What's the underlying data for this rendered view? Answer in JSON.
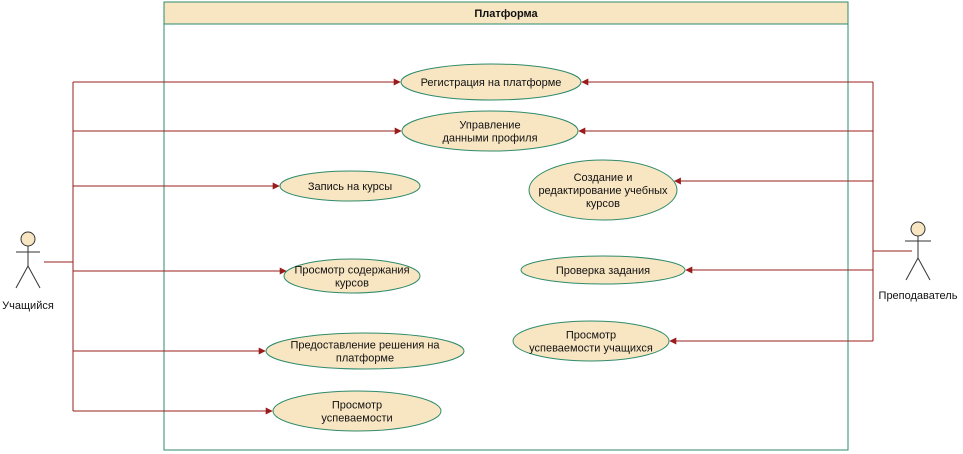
{
  "system": {
    "title": "Платформа"
  },
  "actors": {
    "student": {
      "label": "Учащийся"
    },
    "teacher": {
      "label": "Преподаватель"
    }
  },
  "use_cases": [
    {
      "id": "registration",
      "lines": [
        "Регистрация на платформе"
      ]
    },
    {
      "id": "profile",
      "lines": [
        "Управление",
        "данными профиля"
      ]
    },
    {
      "id": "enroll",
      "lines": [
        "Запись на курсы"
      ]
    },
    {
      "id": "create-courses",
      "lines": [
        "Создание и",
        "редактирование учебных",
        "курсов"
      ]
    },
    {
      "id": "view-content",
      "lines": [
        "Просмотр содержания",
        "курсов"
      ]
    },
    {
      "id": "check-task",
      "lines": [
        "Проверка задания"
      ]
    },
    {
      "id": "submit-solution",
      "lines": [
        "Предоставление решения на",
        "платформе"
      ]
    },
    {
      "id": "view-student-progress",
      "lines": [
        "Просмотр",
        "успеваемости учащихся"
      ]
    },
    {
      "id": "view-progress",
      "lines": [
        "Просмотр",
        "успеваемости"
      ]
    }
  ],
  "associations": {
    "student": [
      "registration",
      "profile",
      "enroll",
      "view-content",
      "submit-solution",
      "view-progress"
    ],
    "teacher": [
      "registration",
      "profile",
      "create-courses",
      "check-task",
      "view-student-progress"
    ]
  },
  "colors": {
    "use_case_fill": "#f8e6c3",
    "use_case_stroke": "#2e8b6b",
    "header_fill": "#f8e6c3",
    "boundary_stroke": "#2e8b6b",
    "association_line": "#9b1c1c",
    "actor_stroke": "#333333"
  }
}
